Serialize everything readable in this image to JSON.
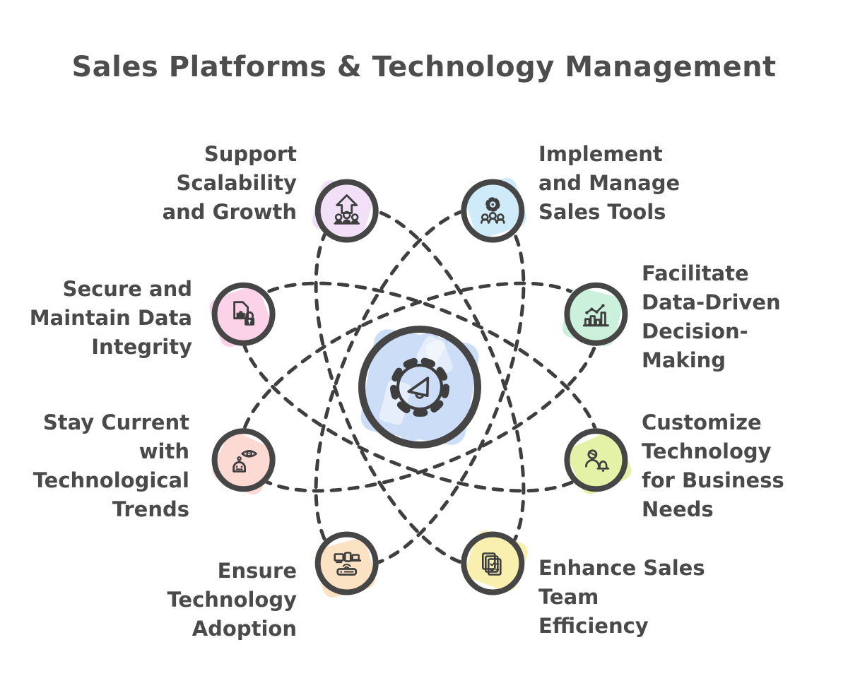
{
  "title": "Sales Platforms & Technology Management",
  "diagram": {
    "type": "radial-orbit-mindmap",
    "colors": {
      "ink": "#3e3e3e",
      "circle_outline": "#464646",
      "dashed_orbit": "#3f3f3f",
      "text": "#4a4a4a",
      "background": "#ffffff"
    },
    "center": {
      "name": "sales-platforms-hub",
      "icon": "gear-megaphone-icon",
      "color": "#ccddf8"
    },
    "nodes": [
      {
        "id": "implement-manage-sales-tools",
        "label": "Implement and Manage Sales Tools",
        "lines": [
          "Implement",
          "and Manage",
          "Sales Tools"
        ],
        "icon": "gear-team-icon",
        "color": "#cfeaf8"
      },
      {
        "id": "facilitate-data-driven-decision-making",
        "label": "Facilitate Data-Driven Decision-Making",
        "lines": [
          "Facilitate",
          "Data-Driven",
          "Decision-",
          "Making"
        ],
        "icon": "bar-chart-trend-icon",
        "color": "#cbf1dd"
      },
      {
        "id": "customize-technology-for-business-needs",
        "label": "Customize Technology for Business Needs",
        "lines": [
          "Customize",
          "Technology",
          "for Business",
          "Needs"
        ],
        "icon": "person-bell-icon",
        "color": "#e3f2a6"
      },
      {
        "id": "enhance-sales-team-efficiency",
        "label": "Enhance Sales Team Efficiency",
        "lines": [
          "Enhance Sales",
          "Team",
          "Efficiency"
        ],
        "icon": "checklist-documents-icon",
        "color": "#f9f0b0"
      },
      {
        "id": "ensure-technology-adoption",
        "label": "Ensure Technology Adoption",
        "lines": [
          "Ensure",
          "Technology",
          "Adoption"
        ],
        "icon": "devices-network-icon",
        "color": "#fbe2c2"
      },
      {
        "id": "stay-current-with-technological-trends",
        "label": "Stay Current with Technological Trends",
        "lines": [
          "Stay Current",
          "with",
          "Technological",
          "Trends"
        ],
        "icon": "eye-robot-icon",
        "color": "#fcd9d3"
      },
      {
        "id": "secure-and-maintain-data-integrity",
        "label": "Secure and Maintain Data Integrity",
        "lines": [
          "Secure and",
          "Maintain Data",
          "Integrity"
        ],
        "icon": "document-lock-icon",
        "color": "#fcd2e8"
      },
      {
        "id": "support-scalability-and-growth",
        "label": "Support Scalability and Growth",
        "lines": [
          "Support",
          "Scalability",
          "and Growth"
        ],
        "icon": "team-growth-arrow-icon",
        "color": "#f2e0f8"
      }
    ]
  }
}
